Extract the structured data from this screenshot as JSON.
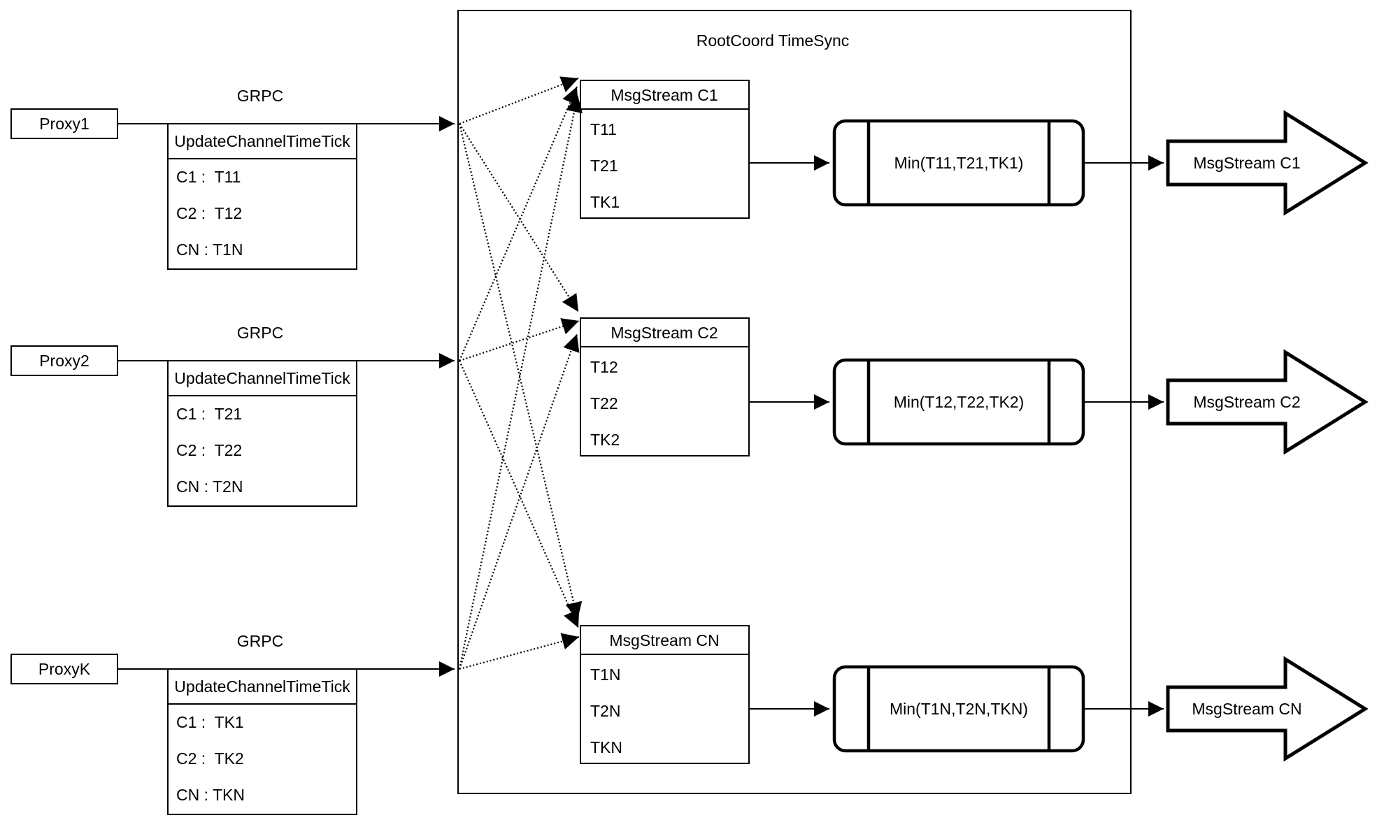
{
  "colors": {
    "stroke": "#000000",
    "background": "#ffffff"
  },
  "container": {
    "title": "RootCoord TimeSync"
  },
  "rows": [
    {
      "proxy": "Proxy1",
      "protocol": "GRPC",
      "request": {
        "header": "UpdateChannelTimeTick",
        "entries": [
          "C1 :  T11",
          "C2 :  T12",
          "CN : T1N"
        ]
      },
      "stream": {
        "header": "MsgStream C1",
        "entries": [
          "T11",
          "T21",
          "TK1"
        ]
      },
      "min": "Min(T11,T21,TK1)",
      "output": "MsgStream C1"
    },
    {
      "proxy": "Proxy2",
      "protocol": "GRPC",
      "request": {
        "header": "UpdateChannelTimeTick",
        "entries": [
          "C1 :  T21",
          "C2 :  T22",
          "CN : T2N"
        ]
      },
      "stream": {
        "header": "MsgStream C2",
        "entries": [
          "T12",
          "T22",
          "TK2"
        ]
      },
      "min": "Min(T12,T22,TK2)",
      "output": "MsgStream C2"
    },
    {
      "proxy": "ProxyK",
      "protocol": "GRPC",
      "request": {
        "header": "UpdateChannelTimeTick",
        "entries": [
          "C1 :  TK1",
          "C2 :  TK2",
          "CN : TKN"
        ]
      },
      "stream": {
        "header": "MsgStream CN",
        "entries": [
          "T1N",
          "T2N",
          "TKN"
        ]
      },
      "min": "Min(T1N,T2N,TKN)",
      "output": "MsgStream CN"
    }
  ]
}
